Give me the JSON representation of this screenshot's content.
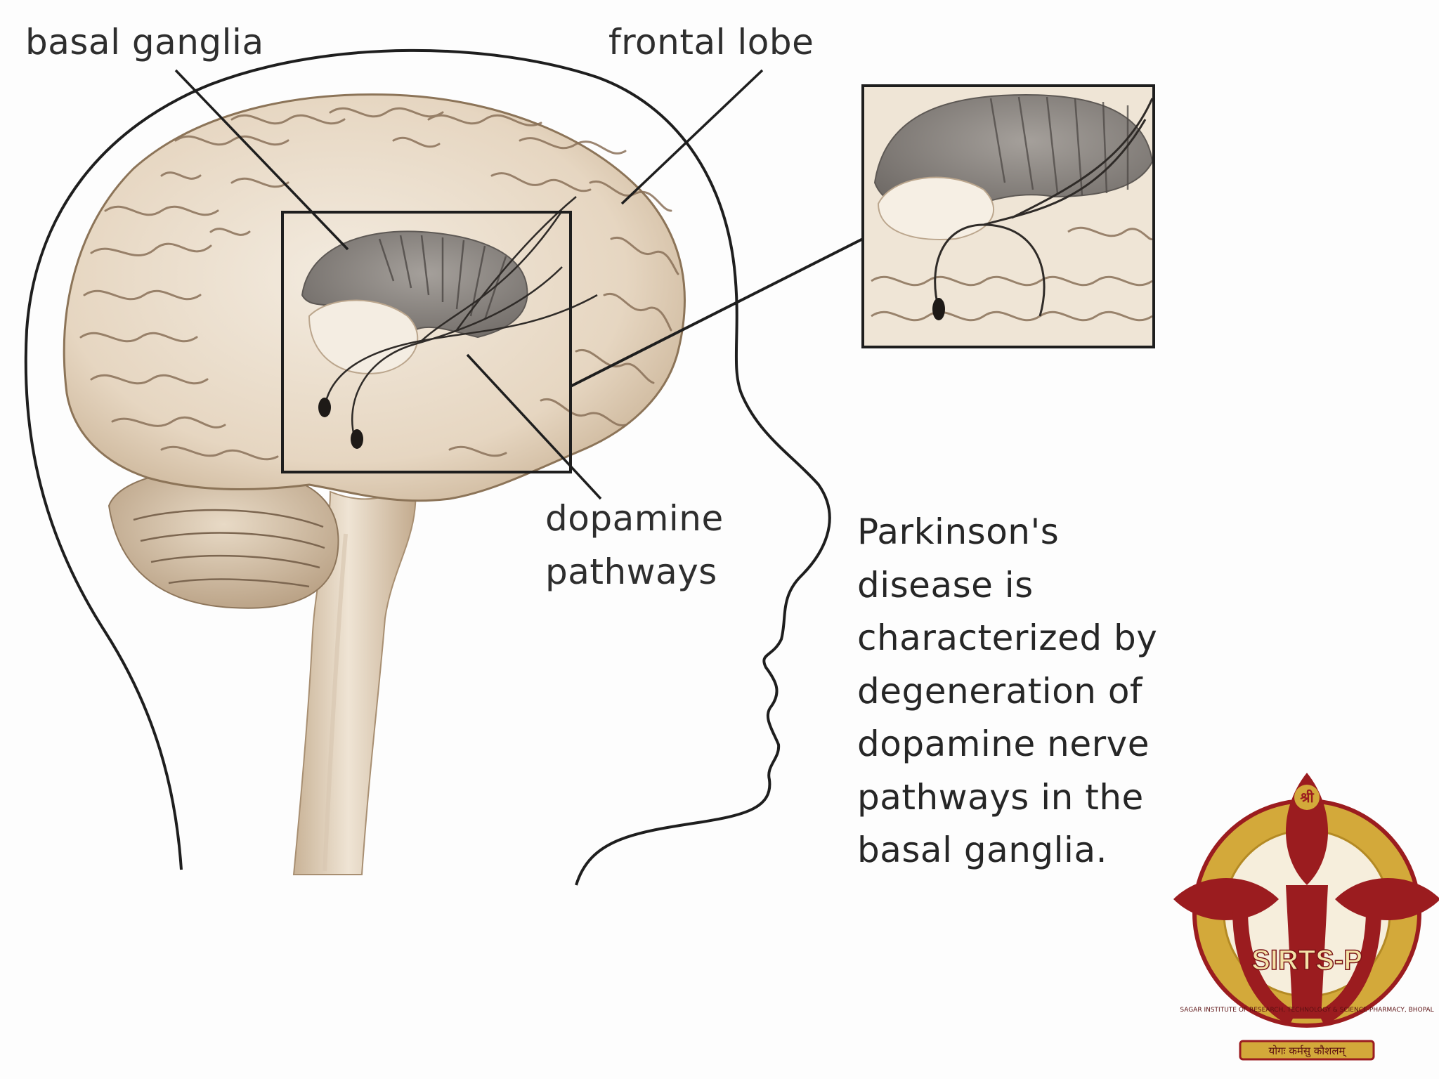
{
  "labels": {
    "basal_ganglia": "basal ganglia",
    "frontal_lobe": "frontal lobe",
    "dopamine_pathways": [
      "dopamine",
      "pathways"
    ]
  },
  "caption": [
    "Parkinson's",
    "disease is",
    "characterized by",
    "degeneration of",
    "dopamine nerve",
    "pathways in the",
    "basal ganglia."
  ],
  "logo": {
    "acronym": "SIRTS-P",
    "ring_text": "SAGAR INSTITUTE OF RESEARCH, TECHNOLOGY & SCIENCE-PHARMACY, BHOPAL",
    "motto": "योगः कर्मसु कौशलम्",
    "top_glyph": "श्री"
  },
  "colors": {
    "brain_fill": "#e9dccb",
    "brain_shadow": "#c9b49a",
    "basal_ganglia_fill": "#8f8a86",
    "outline": "#1e1e1e",
    "logo_maroon": "#9b1c1f",
    "logo_gold": "#d3a93a"
  }
}
